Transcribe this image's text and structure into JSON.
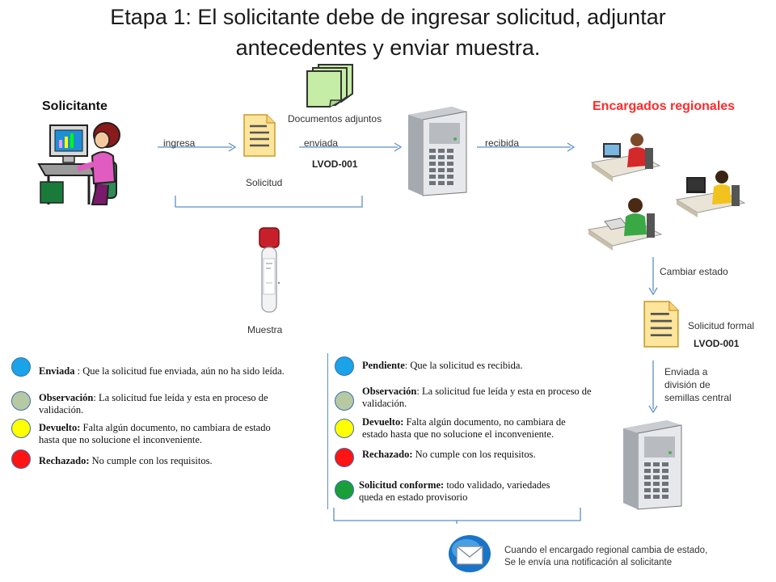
{
  "title": "Etapa 1: El solicitante debe de ingresar solicitud, adjuntar\nantecedentes y enviar muestra.",
  "actors": {
    "left": "Solicitante",
    "right": "Encargados regionales"
  },
  "flow_labels": {
    "ingresa": "ingresa",
    "enviada": "enviada",
    "recibida": "recibida",
    "documentos": "Documentos adjuntos",
    "code_top": "LVOD-001",
    "solicitud": "Solicitud",
    "muestra": "Muestra",
    "cambiar": "Cambiar estado",
    "solicitud_formal": "Solicitud formal",
    "code_formal": "LVOD-001",
    "enviada_division": "Enviada a\ndivisión de\nsemillas central",
    "notificacion": "Cuando el encargado regional cambia de estado,\nSe le envía una notificación al solicitante"
  },
  "colors": {
    "blue": "#1aa3e8",
    "gray": "#b7c9a3",
    "yellow": "#ffff00",
    "red": "#ff1414",
    "green": "#1a9e3a",
    "accent_red": "#ff2b2b",
    "arrow": "#5b8fc7"
  },
  "left_states": [
    {
      "term": "Enviada",
      "desc": " : Que la solicitud fue enviada, aún no ha sido leída.",
      "color": "#1aa3e8"
    },
    {
      "term": "Observación",
      "desc": ": La solicitud fue leída y esta en proceso de\nvalidación.",
      "color": "#b7c9a3"
    },
    {
      "term": "Devuelto:",
      "desc": " Falta algún documento, no cambiara de estado\nhasta que no solucione el inconveniente.",
      "color": "#ffff00"
    },
    {
      "term": "Rechazado:",
      "desc": " No cumple con los requisitos.",
      "color": "#ff1414"
    }
  ],
  "right_states": [
    {
      "term": "Pendiente",
      "desc": ": Que la solicitud es recibida.",
      "color": "#1aa3e8"
    },
    {
      "term": "Observación",
      "desc": ": La solicitud fue leída y esta en proceso de\nvalidación.",
      "color": "#b7c9a3"
    },
    {
      "term": "Devuelto:",
      "desc": " Falta algún documento, no cambiara de\nestado hasta que no solucione el inconveniente.",
      "color": "#ffff00"
    },
    {
      "term": "Rechazado:",
      "desc": " No cumple con los requisitos.",
      "color": "#ff1414"
    },
    {
      "term": "Solicitud conforme:",
      "desc": " todo validado, variedades\nqueda en estado provisorio",
      "color": "#1a9e3a"
    }
  ]
}
